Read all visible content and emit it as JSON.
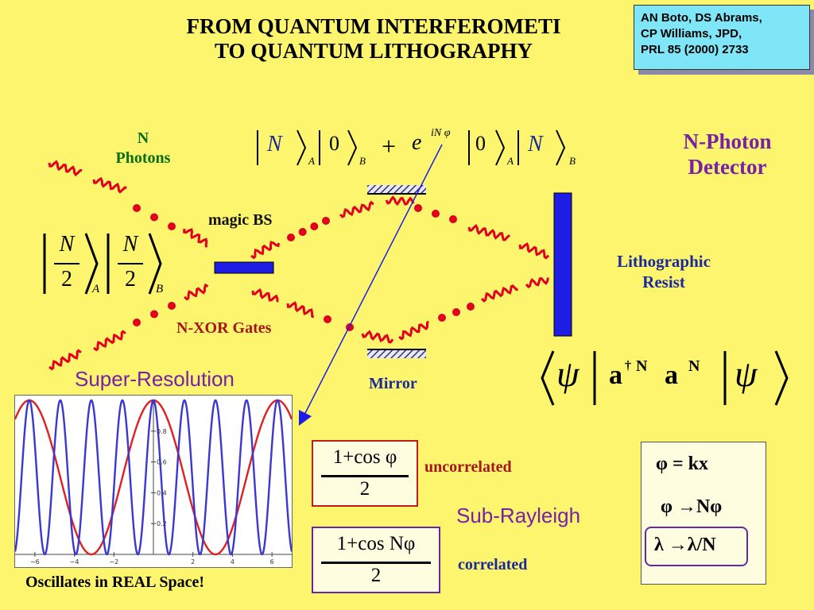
{
  "slide": {
    "title_line1": "FROM QUANTUM INTERFEROMETI",
    "title_line2": "TO QUANTUM LITHOGRAPHY",
    "reference": {
      "line1": "AN Boto, DS Abrams,",
      "line2": "CP Williams, JPD,",
      "line3": "PRL 85 (2000) 2733"
    }
  },
  "diagram": {
    "n_photons_1": "N",
    "n_photons_2": "Photons",
    "input_state": {
      "top": "N",
      "bottom": "2",
      "sub_a": "A",
      "sub_b": "B"
    },
    "magic_bs": "magic BS",
    "nxor_gates": "N-XOR Gates",
    "mirror": "Mirror",
    "noon": {
      "n1": "N",
      "zero1": "0",
      "plus": "+",
      "e": "e",
      "exponent": "iN φ",
      "zero2": "0",
      "n2": "N",
      "sub_a": "A",
      "sub_b": "B"
    },
    "detector_line1": "N-Photon",
    "detector_line2": "Detector",
    "resist_line1": "Lithographic",
    "resist_line2": "Resist",
    "expectation": {
      "psi": "ψ",
      "a": "a",
      "dagger": "†",
      "n": "N"
    },
    "colors": {
      "red": "#e1001e",
      "blue": "#1d1de6",
      "purple": "#7a1fa8",
      "green": "#0a6e12",
      "navy": "#1b2a9a"
    }
  },
  "panel": {
    "super_resolution": "Super-Resolution",
    "oscillates": "Oscillates in REAL Space!",
    "uncorrelated": {
      "numerator": "1+cos φ",
      "denominator": "2",
      "label": "uncorrelated"
    },
    "correlated": {
      "numerator": "1+cos Nφ",
      "denominator": "2",
      "label": "correlated"
    },
    "sub_rayleigh": "Sub-Rayleigh",
    "relations": [
      "φ = kx",
      "φ →Nφ",
      "λ →λ/N"
    ]
  },
  "chart_data": {
    "type": "line",
    "title": "",
    "xlabel": "",
    "ylabel": "",
    "xlim": [
      -7,
      7
    ],
    "ylim": [
      0,
      1
    ],
    "x_ticks": [
      -6,
      -4,
      -2,
      2,
      4,
      6
    ],
    "y_ticks": [
      0.2,
      0.4,
      0.6,
      0.8
    ],
    "series": [
      {
        "function": "(1+cos(x))/2",
        "color": "#e02020"
      },
      {
        "function": "(1+cos(4x))/2",
        "color": "#3a38d0"
      }
    ],
    "grid": false
  }
}
